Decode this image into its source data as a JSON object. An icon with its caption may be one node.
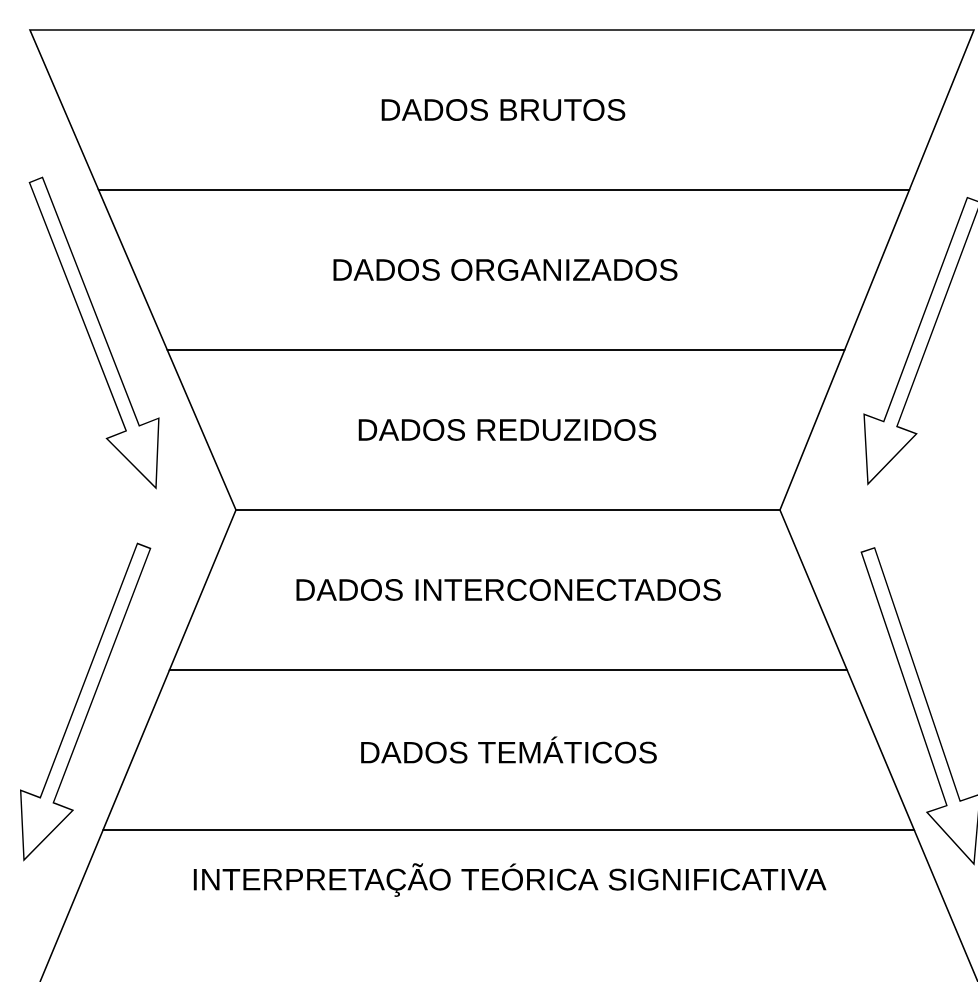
{
  "diagram": {
    "nodes": [
      {
        "text": [
          "DADOS BRUTOS"
        ]
      },
      {
        "text": [
          "DADOS ORGANIZADOS"
        ]
      },
      {
        "text": [
          "DADOS REDUZIDOS"
        ]
      },
      {
        "text": [
          "DADOS INTERCONECTADOS"
        ]
      },
      {
        "text": [
          "DADOS TEMÁTICOS"
        ]
      },
      {
        "text": [
          "INTERPRETAÇÃO TEÓRICA SIGNIFICATIVA"
        ]
      }
    ]
  }
}
